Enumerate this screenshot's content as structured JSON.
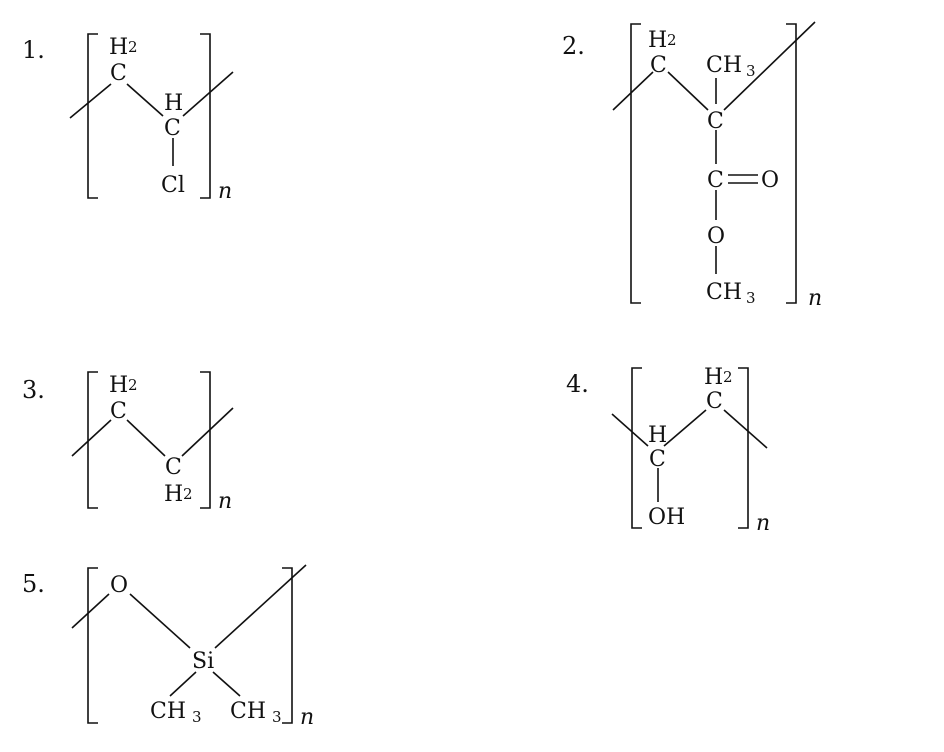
{
  "structures": [
    {
      "number": "1.",
      "atoms": {
        "ch2": "C",
        "ch2_h": "H",
        "ch2_sub": "2",
        "ch_h": "H",
        "ch": "C",
        "cl": "Cl"
      },
      "repeat": "n"
    },
    {
      "number": "2.",
      "atoms": {
        "ch2": "C",
        "ch2_h": "H",
        "ch2_sub": "2",
        "c_quat": "C",
        "methyl": "CH",
        "methyl_sub": "3",
        "carbonyl_c": "C",
        "carbonyl_o": "O",
        "ester_o": "O",
        "ester_methyl": "CH",
        "ester_methyl_sub": "3"
      },
      "repeat": "n"
    },
    {
      "number": "3.",
      "atoms": {
        "c1": "C",
        "c1_h": "H",
        "c1_sub": "2",
        "c2": "C",
        "c2_h": "H",
        "c2_sub": "2"
      },
      "repeat": "n"
    },
    {
      "number": "4.",
      "atoms": {
        "ch_h": "H",
        "ch": "C",
        "oh": "OH",
        "ch2": "C",
        "ch2_h": "H",
        "ch2_sub": "2"
      },
      "repeat": "n"
    },
    {
      "number": "5.",
      "atoms": {
        "o": "O",
        "si": "Si",
        "me1": "CH",
        "me1_sub": "3",
        "me2": "CH",
        "me2_sub": "3"
      },
      "repeat": "n"
    }
  ]
}
